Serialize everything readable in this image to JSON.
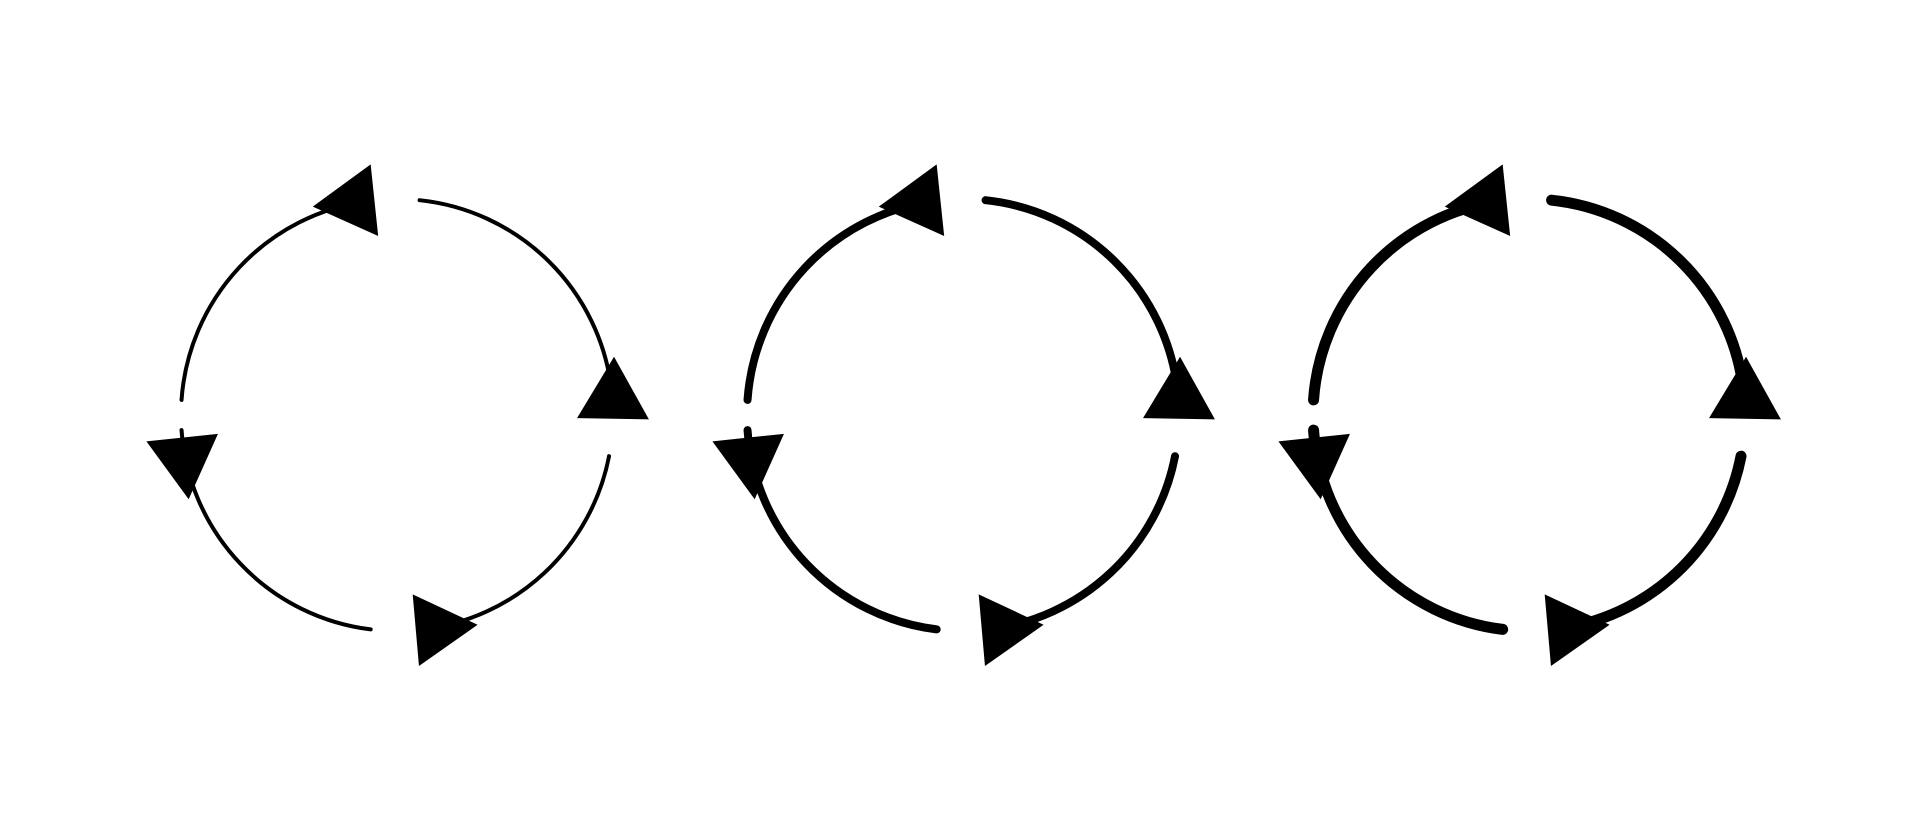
{
  "diagram": {
    "description_free": true,
    "stroke_color": "#000000",
    "background_color": "#ffffff",
    "icons": [
      {
        "name": "cycle-arrows-thin-icon",
        "arrows": 4,
        "weight": "thin"
      },
      {
        "name": "cycle-arrows-medium-icon",
        "arrows": 4,
        "weight": "medium"
      },
      {
        "name": "cycle-arrows-bold-icon",
        "arrows": 4,
        "weight": "bold"
      }
    ]
  }
}
